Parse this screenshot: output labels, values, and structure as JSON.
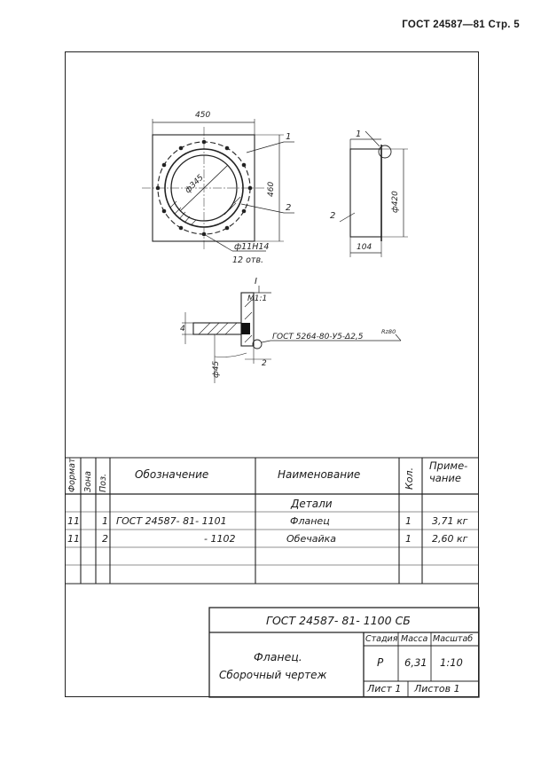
{
  "page_header": "ГОСТ 24587—81 Стр. 5",
  "drawing": {
    "plan_width": "450",
    "plan_height": "460",
    "inner_dia": "ф345",
    "hole_spec": "ф11Н14",
    "hole_count": "12 отв.",
    "callout_1": "1",
    "callout_2": "2",
    "side_dia": "ф420",
    "side_width": "104",
    "detail_mark": "I",
    "detail_callout_2": "2",
    "detail_leader_ref": "I",
    "detail_scale": "М1:1",
    "weld_symbol": "ГОСТ 5264-80-У5-Δ2,5",
    "weld_note": "Rz80",
    "detail_size_4": "4",
    "detail_size_2": "2",
    "detail_dia": "ф45"
  },
  "spec_table": {
    "headers": {
      "format": "Формат",
      "zone": "Зона",
      "pos": "Поз.",
      "designation": "Обозначение",
      "name": "Наименование",
      "qty": "Кол.",
      "note": "Приме-\nчание"
    },
    "section": "Детали",
    "rows": [
      {
        "format": "11",
        "pos": "1",
        "designation": "ГОСТ 24587- 81- 1101",
        "name": "Фланец",
        "qty": "1",
        "note": "3,71 кг"
      },
      {
        "format": "11",
        "pos": "2",
        "designation": "- 1102",
        "name": "Обечайка",
        "qty": "1",
        "note": "2,60 кг"
      }
    ]
  },
  "title_block": {
    "doc_code": "ГОСТ 24587- 81- 1100 СБ",
    "title_line1": "Фланец.",
    "title_line2": "Сборочный чертеж",
    "stage_label": "Стадия",
    "mass_label": "Масса",
    "scale_label": "Масштаб",
    "stage_value": "Р",
    "mass_value": "6,31",
    "scale_value": "1:10",
    "sheet": "Лист 1",
    "sheets": "Листов 1"
  }
}
